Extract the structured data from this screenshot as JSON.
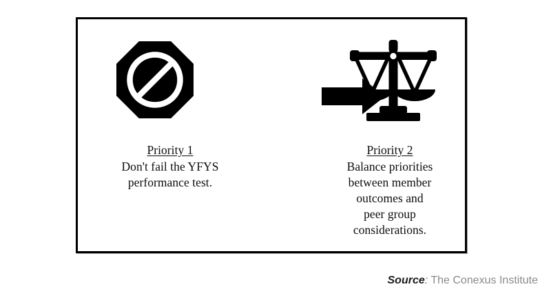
{
  "figure": {
    "border_color": "#000000",
    "background_color": "#ffffff",
    "stages": [
      {
        "icon": "prohibition-octagon-icon",
        "heading": "Priority 1",
        "body_lines": [
          "Don't fail the YFYS",
          "performance test."
        ]
      },
      {
        "icon": "balance-scales-icon",
        "heading": "Priority 2",
        "body_lines": [
          "Balance priorities",
          "between member",
          "outcomes and",
          "peer group",
          "considerations."
        ]
      }
    ],
    "connector": {
      "icon": "right-arrow-icon",
      "direction": "right"
    }
  },
  "source": {
    "label": "Source",
    "separator": ":",
    "value": "The Conexus Institute"
  }
}
